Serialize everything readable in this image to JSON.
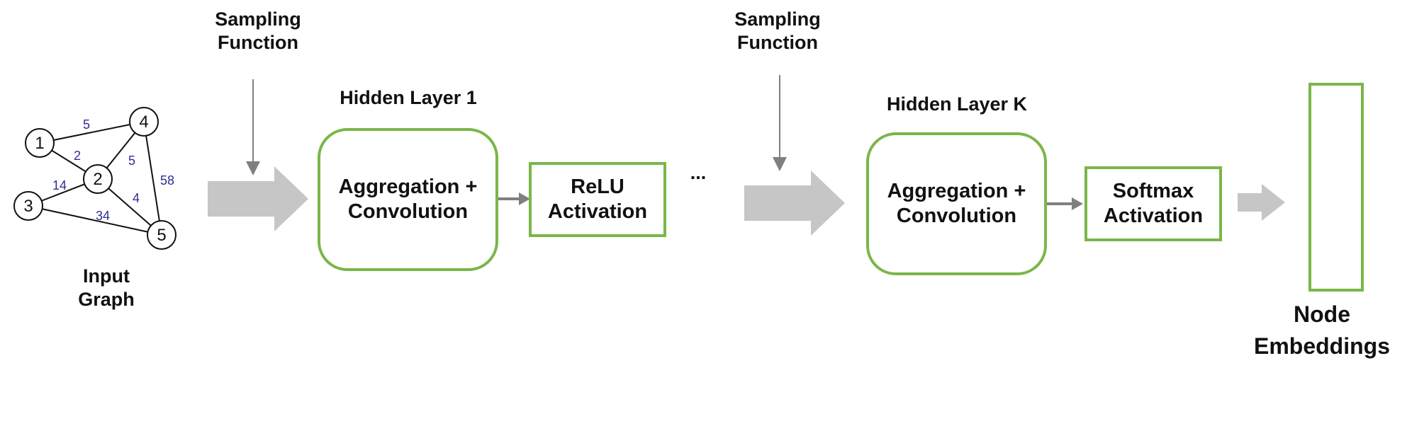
{
  "sampling_label_1": "Sampling\nFunction",
  "sampling_label_2": "Sampling\nFunction",
  "hidden_layer_1": "Hidden Layer 1",
  "hidden_layer_k": "Hidden Layer K",
  "aggregation_1": "Aggregation +\nConvolution",
  "aggregation_k": "Aggregation +\nConvolution",
  "relu": "ReLU\nActivation",
  "softmax": "Softmax\nActivation",
  "ellipsis": "...",
  "input_graph": "Input\nGraph",
  "node_embeddings": "Node\nEmbeddings",
  "graph": {
    "nodes": [
      "1",
      "2",
      "3",
      "4",
      "5"
    ],
    "edge_weights": {
      "e14": "5",
      "e12": "2",
      "e24": "5",
      "e45": "58",
      "e32": "14",
      "e25": "4",
      "e35": "34"
    }
  },
  "colors": {
    "box_border": "#7ab648",
    "big_arrow": "#c6c6c6",
    "small_arrow": "#7f7f7f",
    "edge_weight": "#2e2e8f"
  }
}
